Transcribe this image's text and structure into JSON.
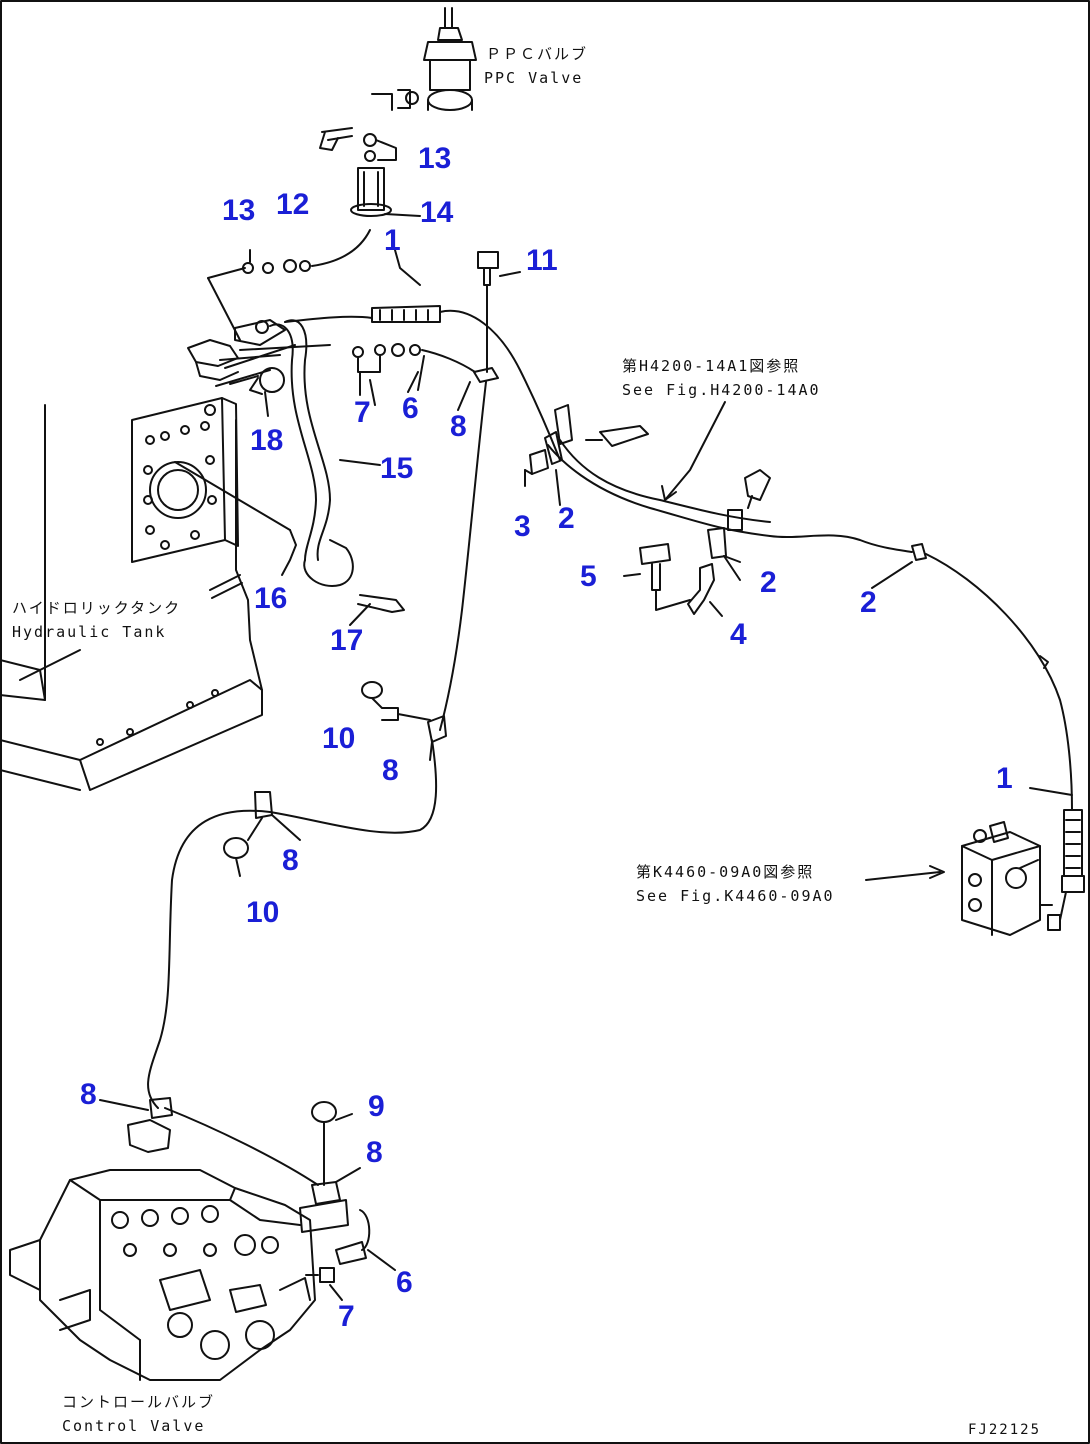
{
  "labels": {
    "ppc_valve_jp": "ＰＰＣバルブ",
    "ppc_valve_en": "PPC Valve",
    "see_fig_top_jp": "第H4200-14A1図参照",
    "see_fig_top_en": "See Fig.H4200-14A0",
    "hydraulic_tank_jp": "ハイドロリックタンク",
    "hydraulic_tank_en": "Hydraulic Tank",
    "see_fig_right_jp": "第K4460-09A0図参照",
    "see_fig_right_en": "See Fig.K4460-09A0",
    "control_valve_jp": "コントロールバルブ",
    "control_valve_en": "Control Valve",
    "drawing_code": "FJ22125"
  },
  "callouts": [
    {
      "id": "c13a",
      "text": "13"
    },
    {
      "id": "c14",
      "text": "14"
    },
    {
      "id": "c13b",
      "text": "13"
    },
    {
      "id": "c12",
      "text": "12"
    },
    {
      "id": "c1a",
      "text": "1"
    },
    {
      "id": "c11",
      "text": "11"
    },
    {
      "id": "c7a",
      "text": "7"
    },
    {
      "id": "c6a",
      "text": "6"
    },
    {
      "id": "c8a",
      "text": "8"
    },
    {
      "id": "c18",
      "text": "18"
    },
    {
      "id": "c15",
      "text": "15"
    },
    {
      "id": "c3",
      "text": "3"
    },
    {
      "id": "c2a",
      "text": "2"
    },
    {
      "id": "c16",
      "text": "16"
    },
    {
      "id": "c5",
      "text": "5"
    },
    {
      "id": "c2b",
      "text": "2"
    },
    {
      "id": "c2c",
      "text": "2"
    },
    {
      "id": "c4",
      "text": "4"
    },
    {
      "id": "c17",
      "text": "17"
    },
    {
      "id": "c10a",
      "text": "10"
    },
    {
      "id": "c8b",
      "text": "8"
    },
    {
      "id": "c1b",
      "text": "1"
    },
    {
      "id": "c8c",
      "text": "8"
    },
    {
      "id": "c10b",
      "text": "10"
    },
    {
      "id": "c8d",
      "text": "8"
    },
    {
      "id": "c9",
      "text": "9"
    },
    {
      "id": "c8e",
      "text": "8"
    },
    {
      "id": "c6b",
      "text": "6"
    },
    {
      "id": "c7b",
      "text": "7"
    }
  ]
}
